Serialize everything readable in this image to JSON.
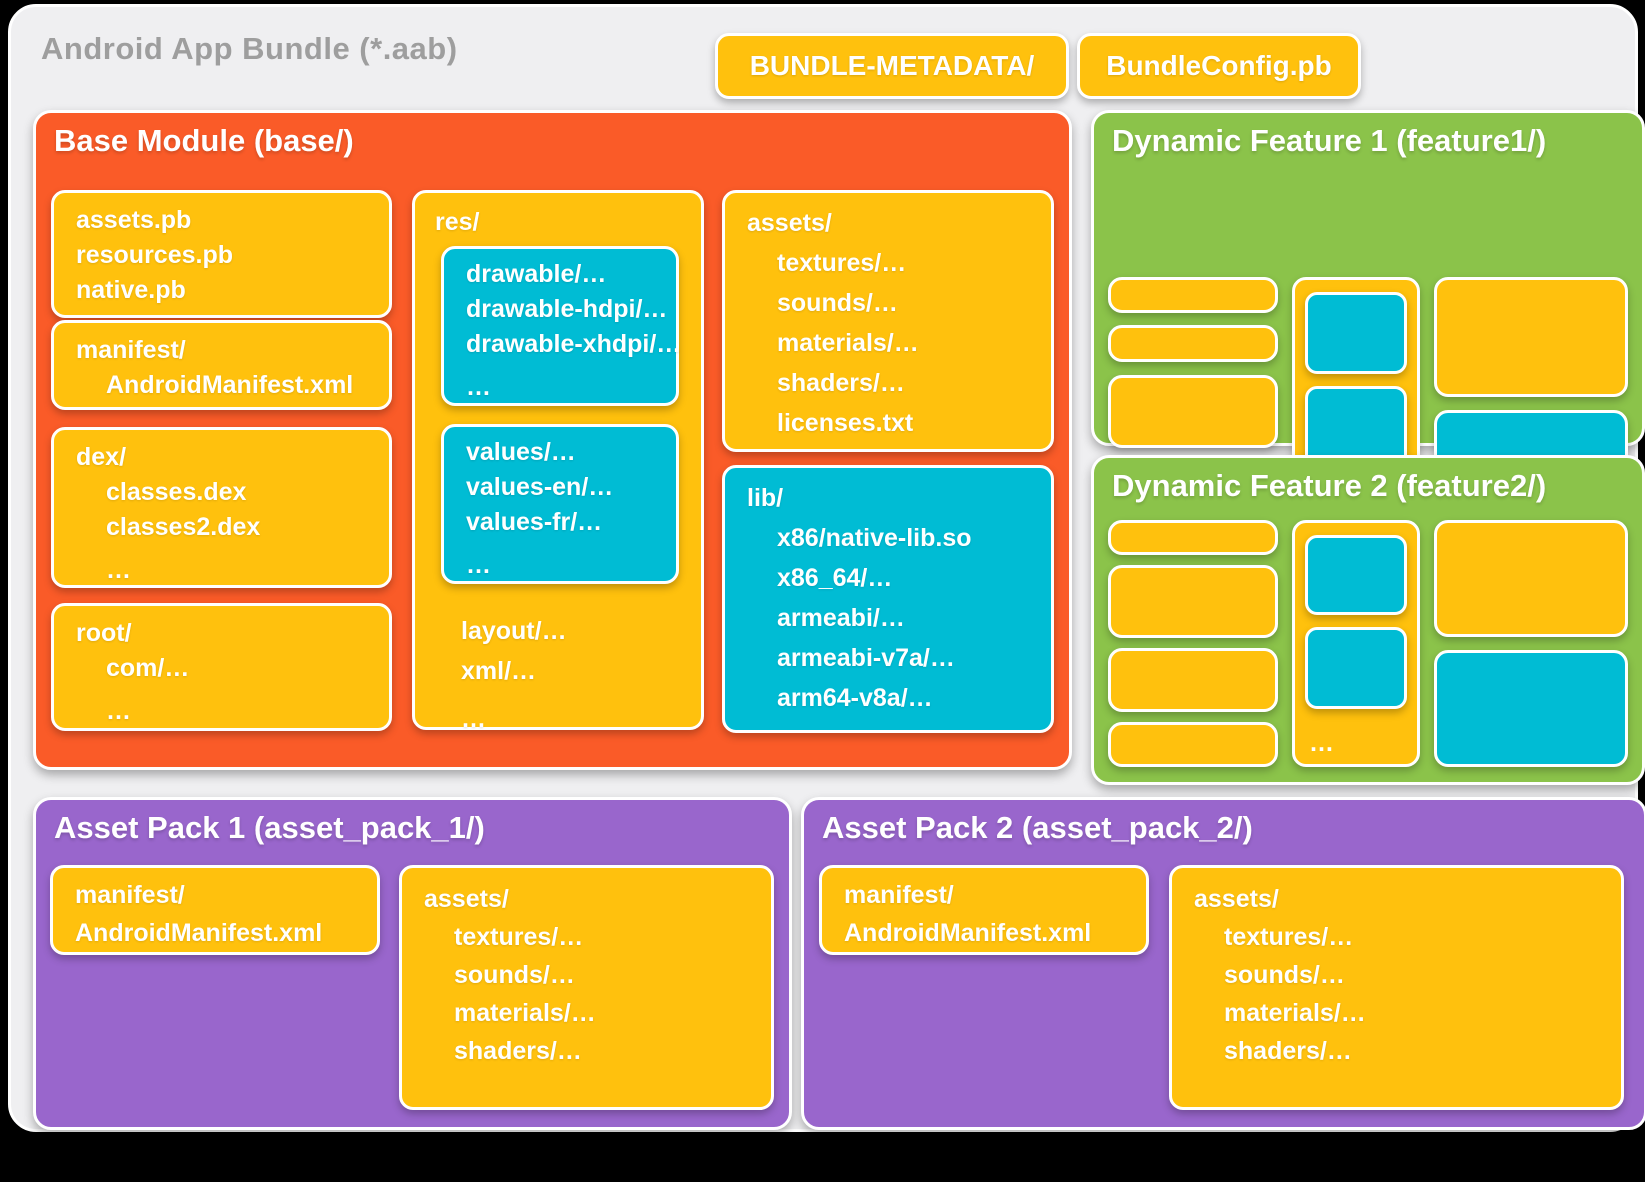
{
  "header": {
    "title": "Android App Bundle (*.aab)",
    "badges": [
      {
        "label": "BUNDLE-METADATA/"
      },
      {
        "label": "BundleConfig.pb"
      }
    ]
  },
  "base_module": {
    "title": "Base Module (base/)",
    "protos": {
      "lines": [
        "assets.pb",
        "resources.pb",
        "native.pb"
      ]
    },
    "manifest": {
      "title": "manifest/",
      "children": [
        "AndroidManifest.xml"
      ]
    },
    "dex": {
      "title": "dex/",
      "children": [
        "classes.dex",
        "classes2.dex",
        "…"
      ]
    },
    "root": {
      "title": "root/",
      "children": [
        "com/…",
        "…"
      ]
    },
    "res": {
      "title": "res/",
      "drawable_group": [
        "drawable/…",
        "drawable-hdpi/…",
        "drawable-xhdpi/…",
        "…"
      ],
      "values_group": [
        "values/…",
        "values-en/…",
        "values-fr/…",
        "…"
      ],
      "other": [
        "layout/…",
        "xml/…",
        "…"
      ]
    },
    "assets": {
      "title": "assets/",
      "children": [
        "textures/…",
        "sounds/…",
        "materials/…",
        "shaders/…",
        "licenses.txt"
      ]
    },
    "lib": {
      "title": "lib/",
      "children": [
        "x86/native-lib.so",
        "x86_64/…",
        "armeabi/…",
        "armeabi-v7a/…",
        "arm64-v8a/…"
      ]
    }
  },
  "dynamic_features": [
    {
      "title": "Dynamic Feature 1 (feature1/)",
      "more": "…"
    },
    {
      "title": "Dynamic Feature 2 (feature2/)",
      "more": "…"
    }
  ],
  "asset_packs": [
    {
      "title": "Asset Pack 1 (asset_pack_1/)",
      "manifest": {
        "lines": [
          "manifest/",
          "AndroidManifest.xml"
        ]
      },
      "assets": {
        "title": "assets/",
        "children": [
          "textures/…",
          "sounds/…",
          "materials/…",
          "shaders/…"
        ]
      }
    },
    {
      "title": "Asset Pack 2 (asset_pack_2/)",
      "manifest": {
        "lines": [
          "manifest/",
          "AndroidManifest.xml"
        ]
      },
      "assets": {
        "title": "assets/",
        "children": [
          "textures/…",
          "sounds/…",
          "materials/…",
          "shaders/…"
        ]
      }
    }
  ],
  "colors": {
    "page-bg": "#000000",
    "panel-bg": "#EFEFF1",
    "title-gray": "#9E9E9E",
    "orange": "#FA5B28",
    "yellow": "#FFC10D",
    "cyan": "#00BCD4",
    "green": "#8BC34A",
    "purple": "#9966CC"
  }
}
